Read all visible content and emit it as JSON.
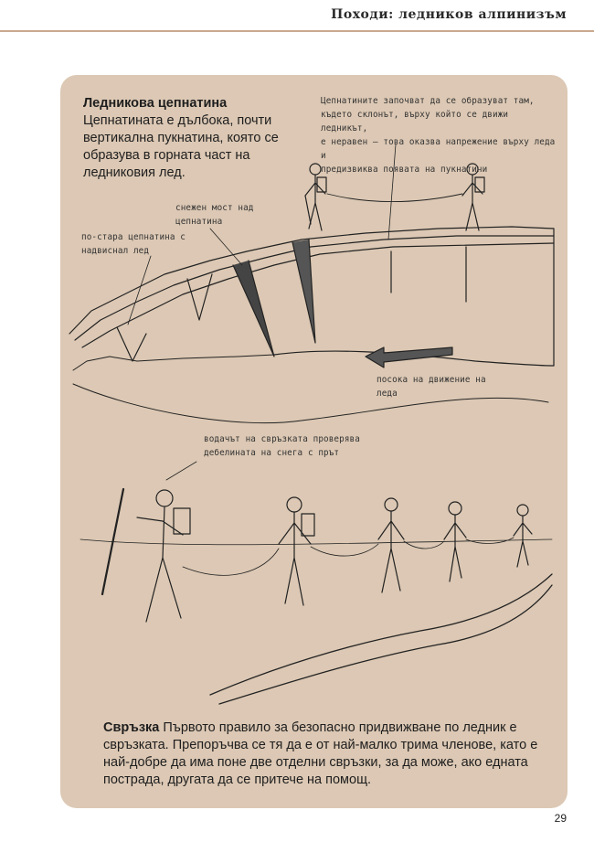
{
  "header": {
    "title": "Походи: ледников алпинизъм"
  },
  "crevasse": {
    "term": "Ледникова цепнатина",
    "text": " Цепнатината е дълбока, почти вертикална пукнатина, която се образува в горната част на ледниковия лед."
  },
  "labels": {
    "formation": "Цепнатините започват да се образуват там,\nкъдето склонът, върху който се движи ледникът,\nе неравен – това оказва напрежение върху леда и\nпредизвиква появата на пукнатини",
    "snow_bridge": "снежен мост над\nцепнатина",
    "old_crevasse": "по-стара цепнатина с\nнадвиснал лед",
    "ice_direction": "посока на движение на\nледа",
    "leader": "водачът на свръзката проверява\nдебелината на снега с прът"
  },
  "roped_team": {
    "term": "Свръзка",
    "text": " Първото правило за безопасно придвижване по ледник е свръзката. Препоръчва се тя да е от най-малко трима членове, като е най-добре да има поне две отделни свръзки, за да може, ако едната пострада, другата да се притече на помощ."
  },
  "page_number": "29"
}
